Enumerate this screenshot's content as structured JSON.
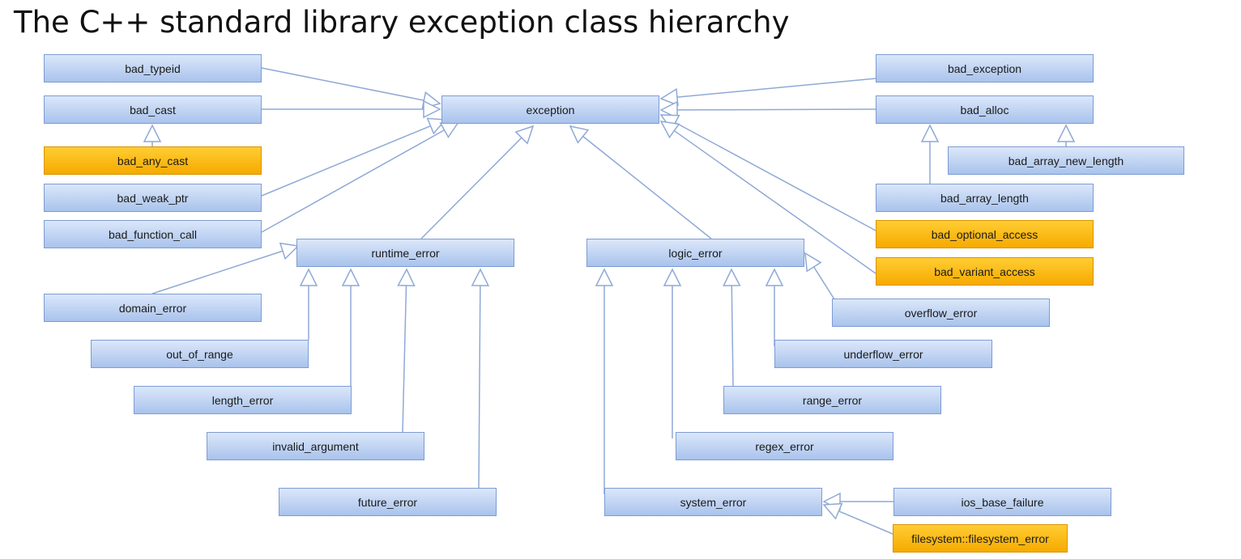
{
  "title": "The C++ standard library exception class hierarchy",
  "colors": {
    "class_box": "#b5cdf0",
    "highlight_box": "#ffbd14",
    "edge": "#8fa9d6"
  },
  "classes": [
    {
      "id": "exception",
      "label": "exception"
    },
    {
      "id": "bad_typeid",
      "label": "bad_typeid"
    },
    {
      "id": "bad_cast",
      "label": "bad_cast"
    },
    {
      "id": "bad_any_cast",
      "label": "bad_any_cast",
      "highlight": true
    },
    {
      "id": "bad_weak_ptr",
      "label": "bad_weak_ptr"
    },
    {
      "id": "bad_function_call",
      "label": "bad_function_call"
    },
    {
      "id": "runtime_error",
      "label": "runtime_error"
    },
    {
      "id": "logic_error",
      "label": "logic_error"
    },
    {
      "id": "domain_error",
      "label": "domain_error"
    },
    {
      "id": "out_of_range",
      "label": "out_of_range"
    },
    {
      "id": "length_error",
      "label": "length_error"
    },
    {
      "id": "invalid_argument",
      "label": "invalid_argument"
    },
    {
      "id": "future_error",
      "label": "future_error"
    },
    {
      "id": "system_error",
      "label": "system_error"
    },
    {
      "id": "regex_error",
      "label": "regex_error"
    },
    {
      "id": "range_error",
      "label": "range_error"
    },
    {
      "id": "underflow_error",
      "label": "underflow_error"
    },
    {
      "id": "overflow_error",
      "label": "overflow_error"
    },
    {
      "id": "bad_exception",
      "label": "bad_exception"
    },
    {
      "id": "bad_alloc",
      "label": "bad_alloc"
    },
    {
      "id": "bad_array_new_length",
      "label": "bad_array_new_length"
    },
    {
      "id": "bad_array_length",
      "label": "bad_array_length"
    },
    {
      "id": "bad_optional_access",
      "label": "bad_optional_access",
      "highlight": true
    },
    {
      "id": "bad_variant_access",
      "label": "bad_variant_access",
      "highlight": true
    },
    {
      "id": "ios_base_failure",
      "label": "ios_base_failure"
    },
    {
      "id": "filesystem_error",
      "label": "filesystem::filesystem_error",
      "highlight": true
    }
  ],
  "inheritance": [
    {
      "child": "bad_typeid",
      "parent": "exception"
    },
    {
      "child": "bad_cast",
      "parent": "exception"
    },
    {
      "child": "bad_any_cast",
      "parent": "bad_cast"
    },
    {
      "child": "bad_weak_ptr",
      "parent": "exception"
    },
    {
      "child": "bad_function_call",
      "parent": "exception"
    },
    {
      "child": "runtime_error",
      "parent": "exception"
    },
    {
      "child": "logic_error",
      "parent": "exception"
    },
    {
      "child": "bad_exception",
      "parent": "exception"
    },
    {
      "child": "bad_alloc",
      "parent": "exception"
    },
    {
      "child": "bad_array_new_length",
      "parent": "bad_alloc"
    },
    {
      "child": "bad_array_length",
      "parent": "bad_alloc"
    },
    {
      "child": "bad_optional_access",
      "parent": "exception"
    },
    {
      "child": "bad_variant_access",
      "parent": "exception"
    },
    {
      "child": "domain_error",
      "parent": "runtime_error"
    },
    {
      "child": "out_of_range",
      "parent": "runtime_error"
    },
    {
      "child": "length_error",
      "parent": "runtime_error"
    },
    {
      "child": "invalid_argument",
      "parent": "runtime_error"
    },
    {
      "child": "future_error",
      "parent": "runtime_error"
    },
    {
      "child": "overflow_error",
      "parent": "logic_error"
    },
    {
      "child": "underflow_error",
      "parent": "logic_error"
    },
    {
      "child": "range_error",
      "parent": "logic_error"
    },
    {
      "child": "regex_error",
      "parent": "logic_error"
    },
    {
      "child": "system_error",
      "parent": "logic_error"
    },
    {
      "child": "ios_base_failure",
      "parent": "system_error"
    },
    {
      "child": "filesystem_error",
      "parent": "system_error"
    }
  ]
}
